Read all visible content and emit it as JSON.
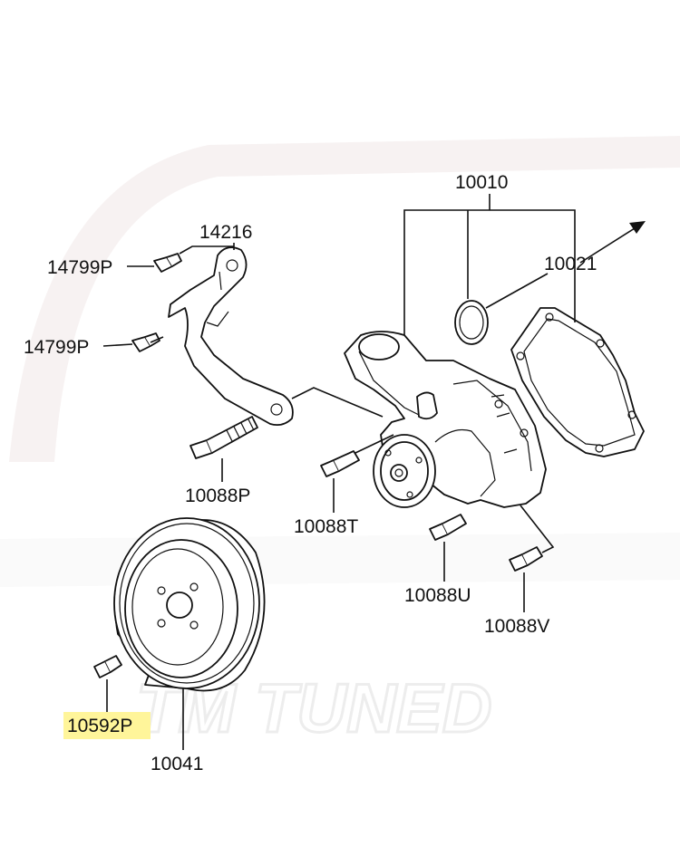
{
  "watermark": "TM TUNED",
  "highlight_color": "#fff59a",
  "parts": {
    "water_pump_assy": "10010",
    "gasket": "10021",
    "bracket": "14216",
    "bolt_bracket_upper": "14799P",
    "bolt_bracket_lower": "14799P",
    "bolt_p": "10088P",
    "bolt_t": "10088T",
    "bolt_u": "10088U",
    "bolt_v": "10088V",
    "pulley_bolt": "10592P",
    "pulley": "10041"
  }
}
